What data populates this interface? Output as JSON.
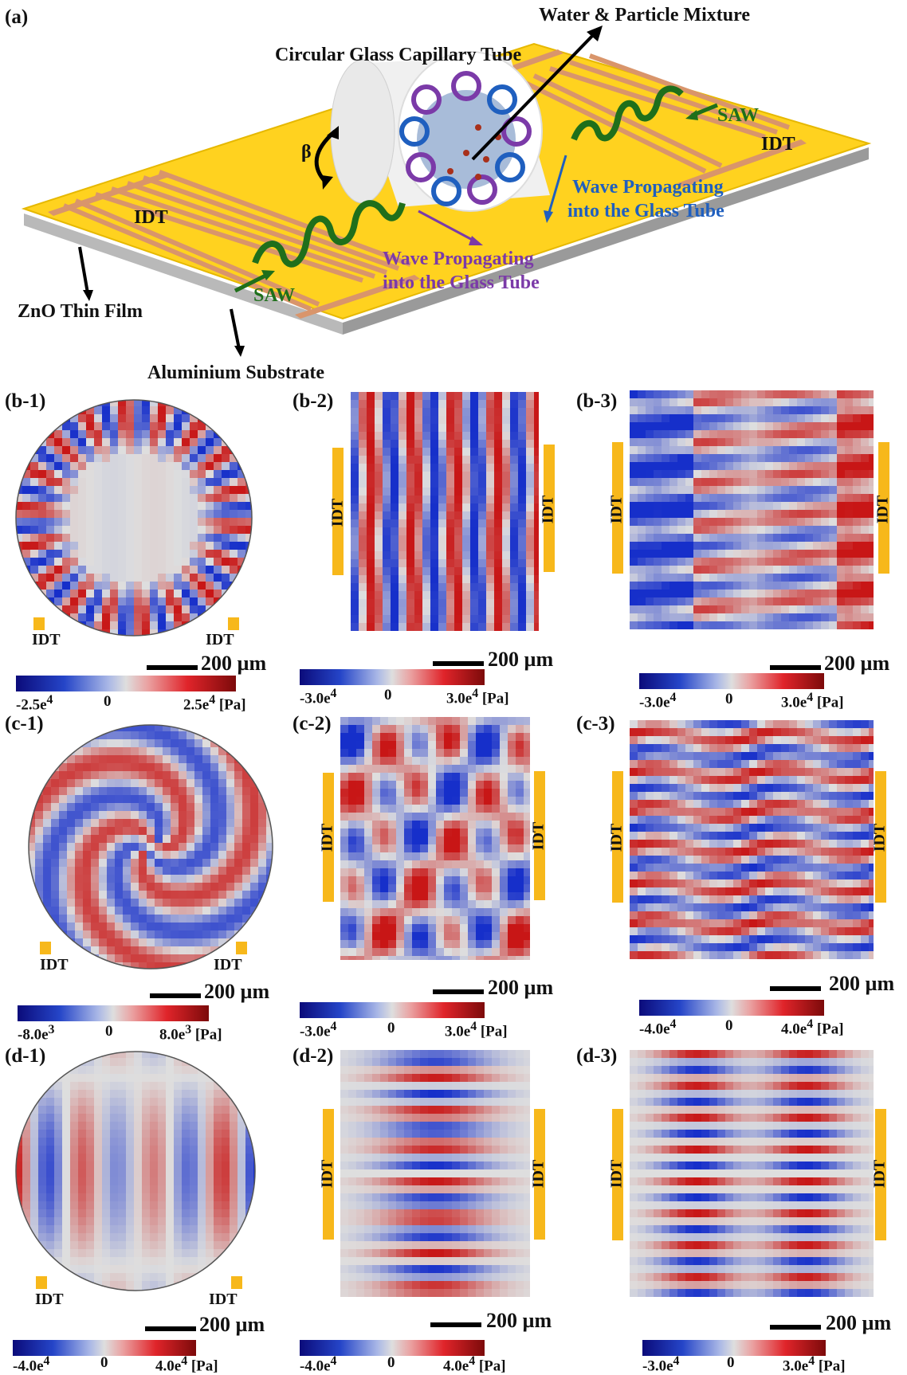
{
  "panel_a": {
    "label": "(a)",
    "water_mixture": "Water & Particle Mixture",
    "capillary": "Circular Glass Capillary Tube",
    "beta": "β",
    "saw": "SAW",
    "idt": "IDT",
    "wave_blue": [
      "Wave Propagating",
      "into the Glass Tube"
    ],
    "wave_purple": [
      "Wave Propagating",
      "into the Glass Tube"
    ],
    "zno": "ZnO Thin Film",
    "substrate": "Aluminium Substrate"
  },
  "panels": [
    {
      "label": "(b-1)",
      "shape": "circle",
      "pattern": "ring",
      "scale": "200 µm",
      "min": "-2.5e",
      "max": "2.5e",
      "exp": "4",
      "zero": "0",
      "unit": "[Pa]",
      "idt": "IDT"
    },
    {
      "label": "(b-2)",
      "shape": "square",
      "pattern": "vertical-stripes",
      "scale": "200 µm",
      "min": "-3.0e",
      "max": "3.0e",
      "exp": "4",
      "zero": "0",
      "unit": "[Pa]",
      "idt": "IDT"
    },
    {
      "label": "(b-3)",
      "shape": "square",
      "pattern": "mixed",
      "scale": "200 µm",
      "min": "-3.0e",
      "max": "3.0e",
      "exp": "4",
      "zero": "0",
      "unit": "[Pa]",
      "idt": "IDT"
    },
    {
      "label": "(c-1)",
      "shape": "circle",
      "pattern": "spiral",
      "scale": "200 µm",
      "min": "-8.0e",
      "max": "8.0e",
      "exp": "3",
      "zero": "0",
      "unit": "[Pa]",
      "idt": "IDT"
    },
    {
      "label": "(c-2)",
      "shape": "square",
      "pattern": "blobs",
      "scale": "200 µm",
      "min": "-3.0e",
      "max": "3.0e",
      "exp": "4",
      "zero": "0",
      "unit": "[Pa]",
      "idt": "IDT"
    },
    {
      "label": "(c-3)",
      "shape": "square",
      "pattern": "horizontal-bands",
      "scale": "200 µm",
      "min": "-4.0e",
      "max": "4.0e",
      "exp": "4",
      "zero": "0",
      "unit": "[Pa]",
      "idt": "IDT"
    },
    {
      "label": "(d-1)",
      "shape": "circle",
      "pattern": "vertical-arcs",
      "scale": "200 µm",
      "min": "-4.0e",
      "max": "4.0e",
      "exp": "4",
      "zero": "0",
      "unit": "[Pa]",
      "idt": "IDT"
    },
    {
      "label": "(d-2)",
      "shape": "square",
      "pattern": "center-bands",
      "scale": "200 µm",
      "min": "-4.0e",
      "max": "4.0e",
      "exp": "4",
      "zero": "0",
      "unit": "[Pa]",
      "idt": "IDT"
    },
    {
      "label": "(d-3)",
      "shape": "square",
      "pattern": "two-column-bands",
      "scale": "200 µm",
      "min": "-3.0e",
      "max": "3.0e",
      "exp": "4",
      "zero": "0",
      "unit": "[Pa]",
      "idt": "IDT"
    }
  ],
  "colors": {
    "idt_yellow": "#f7b81b",
    "saw_green": "#1f6f1b",
    "wave_blue": "#1f5fbf",
    "wave_purple": "#7b3aa8",
    "substrate_gold": "#ffd21f",
    "electrode": "#d9956b"
  }
}
